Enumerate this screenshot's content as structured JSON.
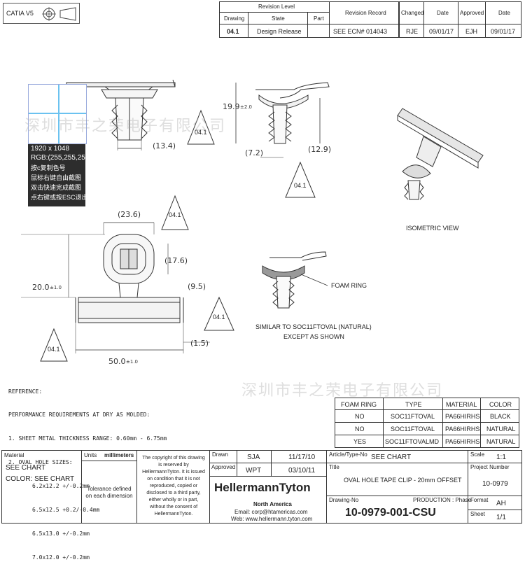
{
  "header": {
    "catia_label": "CATIA V5",
    "revision": {
      "revision_level": "Revision Level",
      "drawing_h": "Drawing",
      "state_h": "State",
      "part_h": "Part",
      "drawing": "04.1",
      "state": "Design Release",
      "part": "",
      "record_h": "Revision Record",
      "record": "SEE ECN# 014043",
      "changed_h": "Changed",
      "changed": "RJE",
      "date1_h": "Date",
      "date1": "09/01/17",
      "approved_h": "Approved",
      "approved": "EJH",
      "date2_h": "Date",
      "date2": "09/01/17"
    }
  },
  "overlay": {
    "resolution": "1920 x 1048",
    "rgb": "RGB:(255,255,255)",
    "line1": "按c复制色号",
    "line2": "鼠标右键自由截图",
    "line3": "双击快速完成截图",
    "line4": "点右键或按ESC退出"
  },
  "watermarks": {
    "top": "深圳市丰之荣电子有限公司",
    "bottom": "深圳市丰之荣电子有限公司"
  },
  "dimensions": {
    "d13_4": "(13.4)",
    "d19_9": "19.9",
    "d19_9_tol": "±2.0",
    "d7_2": "(7.2)",
    "d12_9": "(12.9)",
    "d23_6": "(23.6)",
    "d17_6": "(17.6)",
    "d20_0": "20.0",
    "d20_0_tol": "±1.0",
    "d9_5": "(9.5)",
    "d1_5": "(1.5)",
    "d50_0": "50.0",
    "d50_0_tol": "±1.0"
  },
  "flags": {
    "f1": "04.1",
    "f2": "04.1",
    "f3": "04.1",
    "f4": "04.1",
    "f5": "04.1"
  },
  "labels": {
    "isometric": "ISOMETRIC VIEW",
    "foam_ring": "FOAM RING",
    "similar1": "SIMILAR TO SOC11FTOVAL (NATURAL)",
    "similar2": "EXCEPT AS SHOWN"
  },
  "notes": {
    "l1": "REFERENCE:",
    "l2": "PERFORMANCE REQUIREMENTS AT DRY AS MOLDED:",
    "l3": "1. SHEET METAL THICKNESS RANGE: 0.60mm - 6.75mm",
    "l4": "2. OVAL HOLE SIZES:",
    "l5": "6.2x12.2 +/-0.2mm",
    "l6": "6.5x12.5 +0.2/-0.4mm",
    "l7": "6.5x13.0 +/-0.2mm",
    "l8": "7.0x12.0 +/-0.2mm"
  },
  "chart": {
    "headers": [
      "FOAM RING",
      "TYPE",
      "MATERIAL",
      "COLOR"
    ],
    "rows": [
      [
        "NO",
        "SOC11FTOVAL",
        "PA66HIRHS",
        "BLACK"
      ],
      [
        "NO",
        "SOC11FTOVAL",
        "PA66HIRHS",
        "NATURAL"
      ],
      [
        "YES",
        "SOC11FTOVALMD",
        "PA66HIRHS",
        "NATURAL"
      ]
    ]
  },
  "titleblock": {
    "material_h": "Material",
    "material1": "SEE CHART",
    "material2": "COLOR: SEE CHART",
    "units_h": "Units",
    "units": "millimeters",
    "tolerance": "Tolerance defined on each dimension",
    "copyright": "The copyright of this drawing is reserved by HellermannTyton. It is issued on condition that it is not reproduced, copied or disclosed to a third party, either wholly or in part, without the consent of HellermannTyton.",
    "drawn_h": "Drawn",
    "drawn": "SJA",
    "drawn_date": "11/17/10",
    "approved_h": "Approved",
    "approved": "WPT",
    "approved_date": "03/10/11",
    "logo": "HellermannTyton",
    "region": "North America",
    "email": "Email: corp@htamericas.com",
    "web": "Web: www.hellermann.tyton.com",
    "article_h": "Article/Type-No",
    "article": "SEE CHART",
    "title_h": "Title",
    "title": "OVAL HOLE TAPE CLIP - 20mm OFFSET",
    "drawing_no_h": "Drawing-No",
    "production_h": "PRODUCTION : Phase",
    "drawing_no": "10-0979-001-CSU",
    "scale_h": "Scale",
    "scale": "1:1",
    "project_h": "Project Number",
    "project": "10-0979",
    "format_h": "Format",
    "format": "AH",
    "sheet_h": "Sheet",
    "sheet": "1/1"
  }
}
